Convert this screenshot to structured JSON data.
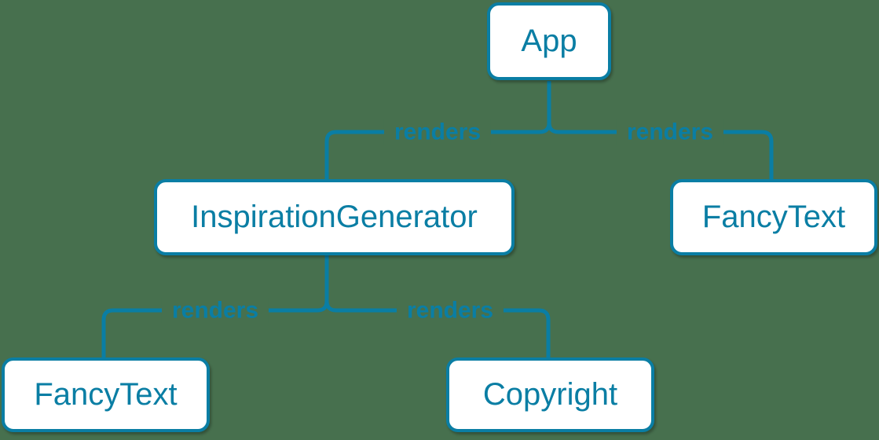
{
  "diagram": {
    "type": "tree",
    "description": "React render tree diagram",
    "nodes": [
      {
        "id": "app",
        "label": "App"
      },
      {
        "id": "inspiration-generator",
        "label": "InspirationGenerator"
      },
      {
        "id": "fancy-text-top",
        "label": "FancyText"
      },
      {
        "id": "fancy-text-bottom",
        "label": "FancyText"
      },
      {
        "id": "copyright",
        "label": "Copyright"
      }
    ],
    "edges": [
      {
        "from": "app",
        "to": "inspiration-generator",
        "label": "renders"
      },
      {
        "from": "app",
        "to": "fancy-text-top",
        "label": "renders"
      },
      {
        "from": "inspiration-generator",
        "to": "fancy-text-bottom",
        "label": "renders"
      },
      {
        "from": "inspiration-generator",
        "to": "copyright",
        "label": "renders"
      }
    ]
  },
  "colors": {
    "background": "#47704E",
    "accent": "#0A7EA4",
    "node_fill": "#FFFFFF"
  }
}
